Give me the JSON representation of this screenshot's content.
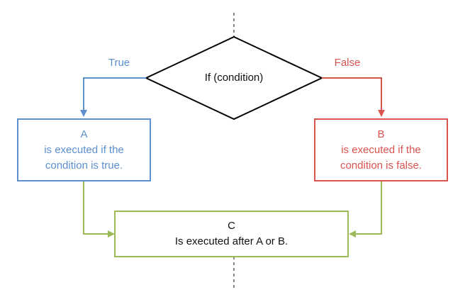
{
  "diagram": {
    "decision": {
      "text": "If (condition)"
    },
    "branch_true": {
      "label": "True"
    },
    "branch_false": {
      "label": "False"
    },
    "box_a": {
      "title": "A",
      "line1": "is executed if the",
      "line2": "condition is true."
    },
    "box_b": {
      "title": "B",
      "line1": "is executed if the",
      "line2": "condition is false."
    },
    "box_c": {
      "title": "C",
      "line1": "Is executed after A or B."
    }
  },
  "colors": {
    "true_branch": "#5b8fcf",
    "false_branch": "#d9534f",
    "merge": "#9bbb59",
    "dashed": "#8a8a8a",
    "text": "#111111"
  }
}
